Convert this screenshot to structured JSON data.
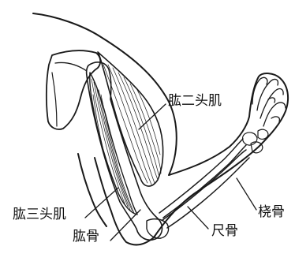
{
  "labels": {
    "biceps": "肱二头肌",
    "triceps": "肱三头肌",
    "humerus": "肱骨",
    "ulna": "尺骨",
    "radius": "桡骨"
  },
  "colors": {
    "ink": "#1a1a1a",
    "background": "#ffffff"
  }
}
